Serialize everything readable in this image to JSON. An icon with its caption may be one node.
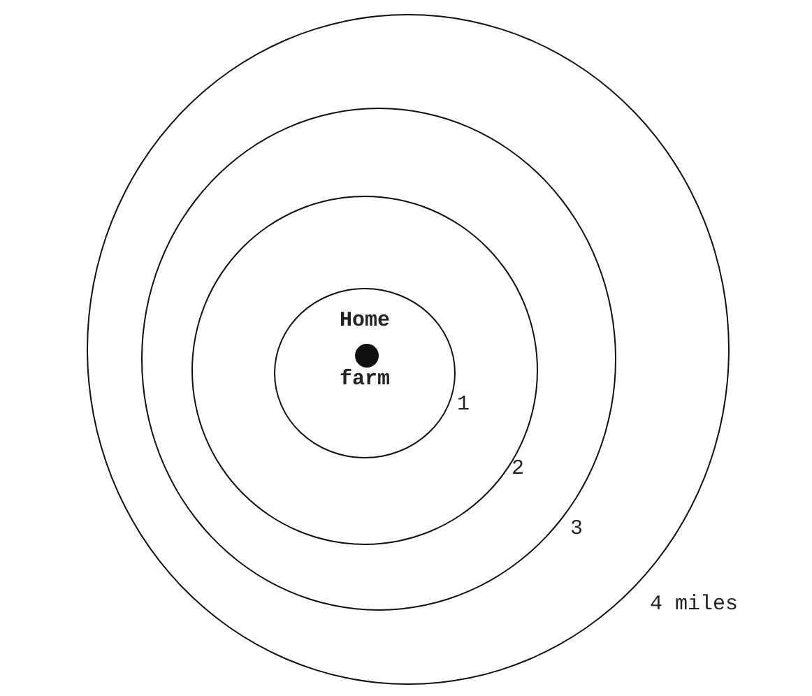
{
  "diagram": {
    "nodes": [
      {
        "text": [],
        "shape": "circle"
      },
      {
        "text": [],
        "shape": "circle",
        "in": 0
      },
      {
        "text": [],
        "shape": "circle",
        "in": 1
      },
      {
        "text": [
          "Home",
          "farm"
        ],
        "in": 2
      },
      {
        "text": [],
        "shape": "circle",
        "in": 3
      }
    ],
    "edges": [],
    "labels": [
      "1",
      "2",
      "3",
      "4 miles"
    ]
  }
}
